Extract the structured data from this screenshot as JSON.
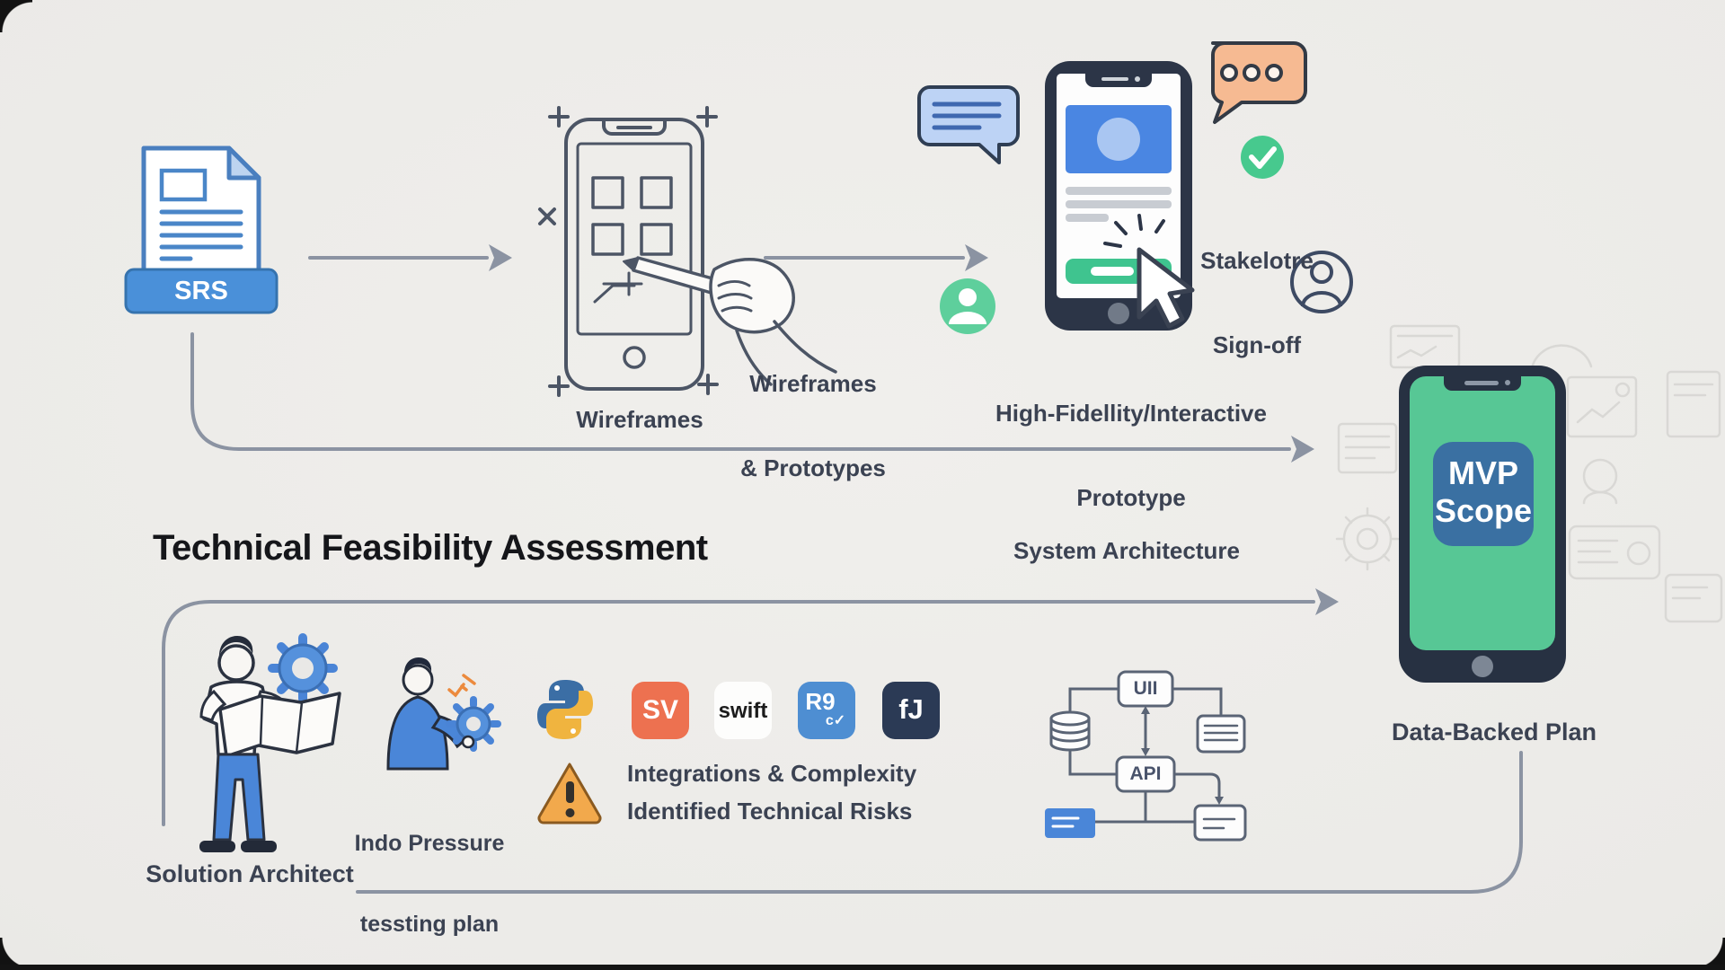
{
  "diagram": {
    "heading": "Technical Feasibility Assessment",
    "srs": {
      "badge": "SRS"
    },
    "wireframes": {
      "caption": "Wireframes",
      "output_label": [
        "Wireframes",
        "& Prototypes"
      ]
    },
    "hifi": {
      "label": [
        "High-Fidellity/Interactive",
        "Prototype"
      ]
    },
    "stakeholder": {
      "label": [
        "Stakelotre",
        "Sign-off"
      ]
    },
    "mvp": {
      "app": [
        "MVP",
        "Scope"
      ],
      "caption": "Data-Backed Plan"
    },
    "system_architecture_label": "System Architecture",
    "solution_architect_caption": "Solution Architect",
    "pressure_testing": [
      "Indo Pressure",
      "tessting plan"
    ],
    "integrations_label": "Integrations & Complexity",
    "risks_label": "Identified Technical Risks",
    "tech_stack": {
      "sv": "SV",
      "swift": "swift",
      "r9": "R9",
      "r9_sub": "c✓",
      "fj": "fJ"
    },
    "architecture": {
      "ui": "UII",
      "api": "API"
    }
  },
  "icons": {
    "srs-document-icon": "document with folded corner and SRS badge",
    "wireframe-phone-icon": "sketched phone with 2x2 squares and drawing hand",
    "chat-bubble-icon": "blue speech bubble with text lines",
    "avatar-icon": "green circle with white person",
    "hifi-phone-icon": "phone mockup with image card and green button",
    "cursor-icon": "white mouse pointer with click marks",
    "dots-bubble-icon": "orange speech bubble with three dots",
    "check-icon": "green circle with white checkmark",
    "person-outline-icon": "outlined circle user silhouette",
    "mvp-phone-icon": "phone with green screen and MVP Scope app tile",
    "solution-architect-icon": "person holding blueprint map with gear",
    "engineer-gear-icon": "person in blue holding gear",
    "python-icon": "python two-snake logo",
    "warning-icon": "orange warning triangle with exclamation mark",
    "database-icon": "database cylinder",
    "arrow-icon": "gray flow arrows"
  },
  "colors": {
    "background": "#ECEBE8",
    "arrow": "#8B93A2",
    "label_text": "#3B4252",
    "srs_blue": "#4A90D9",
    "doc_stroke": "#4A7FBF",
    "sketch_stroke": "#4C5565",
    "chat_bubble": "#BDD3F5",
    "green": "#47C98E",
    "phone_frame": "#2C3547",
    "card_blue": "#4A86E2",
    "button_green": "#3FC48F",
    "orange_bubble": "#F6BA92",
    "mvp_screen": "#57C795",
    "mvp_tile": "#3A70A2",
    "python_blue": "#3B6EA5",
    "python_yellow": "#F0B43F",
    "sv_orange": "#ED7150",
    "r9_blue": "#4E8ED2",
    "fj_navy": "#2B3A55",
    "warning_orange": "#F2A94C",
    "figure_blue": "#4A86D8",
    "faint_sketch": "#D9D8D5"
  }
}
